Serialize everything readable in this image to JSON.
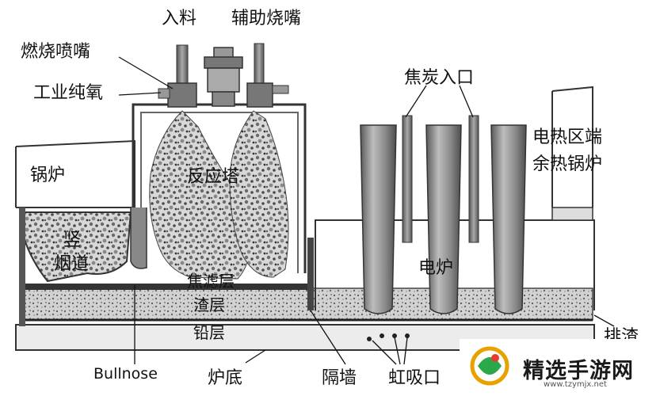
{
  "labels": {
    "feed": "入料",
    "aux_burner": "辅助烧嘴",
    "combustion_nozzle": "燃烧喷嘴",
    "industrial_oxygen": "工业纯氧",
    "boiler": "锅炉",
    "vertical_flue_1": "竖",
    "vertical_flue_2": "烟道",
    "reaction_tower": "反应塔",
    "coke_inlet": "焦炭入口",
    "electric_boiler_1": "电热区端",
    "electric_boiler_2": "余热锅炉",
    "electric_furnace": "电炉",
    "coke_filter_layer": "焦滤层",
    "slag_layer": "渣层",
    "lead_layer": "铅层",
    "bullnose": "Bullnose",
    "furnace_bottom": "炉底",
    "partition_wall": "隔墙",
    "siphon_port": "虹吸口",
    "slag_discharge_partial": "排渣"
  },
  "watermark": {
    "text": "精选手游网",
    "url": "www.tzymjx.net"
  },
  "colors": {
    "wall": "#333333",
    "slag": "#c9c9c9",
    "lead": "#e4e4e4",
    "electrode": "#8a8a8a"
  }
}
